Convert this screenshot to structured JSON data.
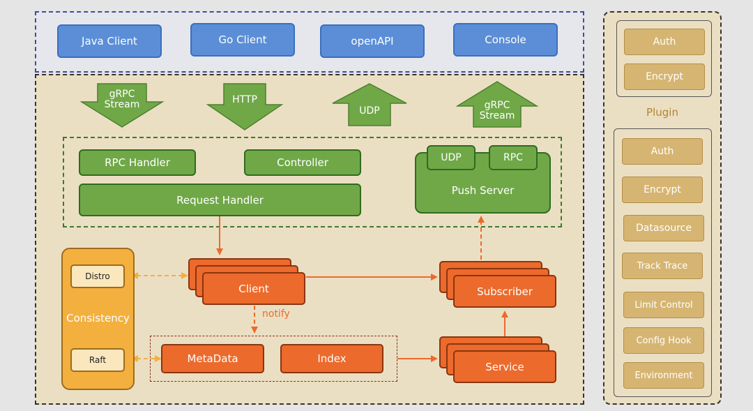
{
  "clients": {
    "java": "Java Client",
    "go": "Go Client",
    "openapi": "openAPI",
    "console": "Console"
  },
  "protocols": {
    "grpc_stream_in": [
      "gRPC",
      "Stream"
    ],
    "http": "HTTP",
    "udp": "UDP",
    "grpc_stream_out": [
      "gRPC",
      "Stream"
    ]
  },
  "access": {
    "rpc_handler": "RPC Handler",
    "controller": "Controller",
    "request_handler": "Request Handler",
    "push_udp": "UDP",
    "push_rpc": "RPC",
    "push_server": "Push Server"
  },
  "core": {
    "consistency": "Consistency",
    "distro": "Distro",
    "raft": "Raft",
    "client": "Client",
    "notify": "notify",
    "metadata": "MetaData",
    "index": "Index",
    "subscriber": "Subscriber",
    "service": "Service"
  },
  "plugin": {
    "title": "Plugin",
    "top": [
      "Auth",
      "Encrypt"
    ],
    "list": [
      "Auth",
      "Encrypt",
      "Datasource",
      "Track Trace",
      "Limit Control",
      "Config Hook",
      "Environment"
    ]
  },
  "colors": {
    "blue": "#5b8ed6",
    "green": "#70a848",
    "orange": "#ec6a2c",
    "consistency": "#f3b03e",
    "plugin_tan": "#d6b572",
    "core_background": "#ebdfc3"
  }
}
